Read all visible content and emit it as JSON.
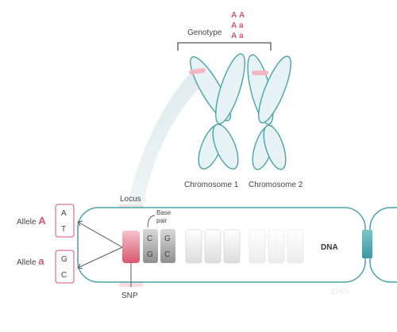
{
  "genotype": {
    "label": "Genotype",
    "rows": [
      {
        "a1": "A",
        "a2": "A"
      },
      {
        "a1": "A",
        "a2": "a"
      },
      {
        "a1": "A",
        "a2": "a"
      }
    ]
  },
  "chromosomes": [
    {
      "label": "Chromosome 1"
    },
    {
      "label": "Chromosome 2"
    }
  ],
  "locus": {
    "label": "Locus"
  },
  "base_pair": {
    "line1": "Base",
    "line2": "pair",
    "top": [
      "C",
      "G"
    ],
    "bottom": [
      "G",
      "C"
    ]
  },
  "alleles": [
    {
      "prefix": "Allele",
      "letter": "A",
      "bases": [
        "A",
        "T"
      ]
    },
    {
      "prefix": "Allele",
      "letter": "a",
      "bases": [
        "G",
        "C"
      ]
    }
  ],
  "snp": {
    "label": "SNP"
  },
  "dna": {
    "label": "DNA"
  },
  "watermark": "CHOI",
  "colors": {
    "teal": "#4aa3a8",
    "teal_fill": "#e6f2f3",
    "pink": "#d6566f",
    "pink_light": "#f7c9d1",
    "gray_dark": "#8c8c8c",
    "gray_light": "#efefef"
  }
}
